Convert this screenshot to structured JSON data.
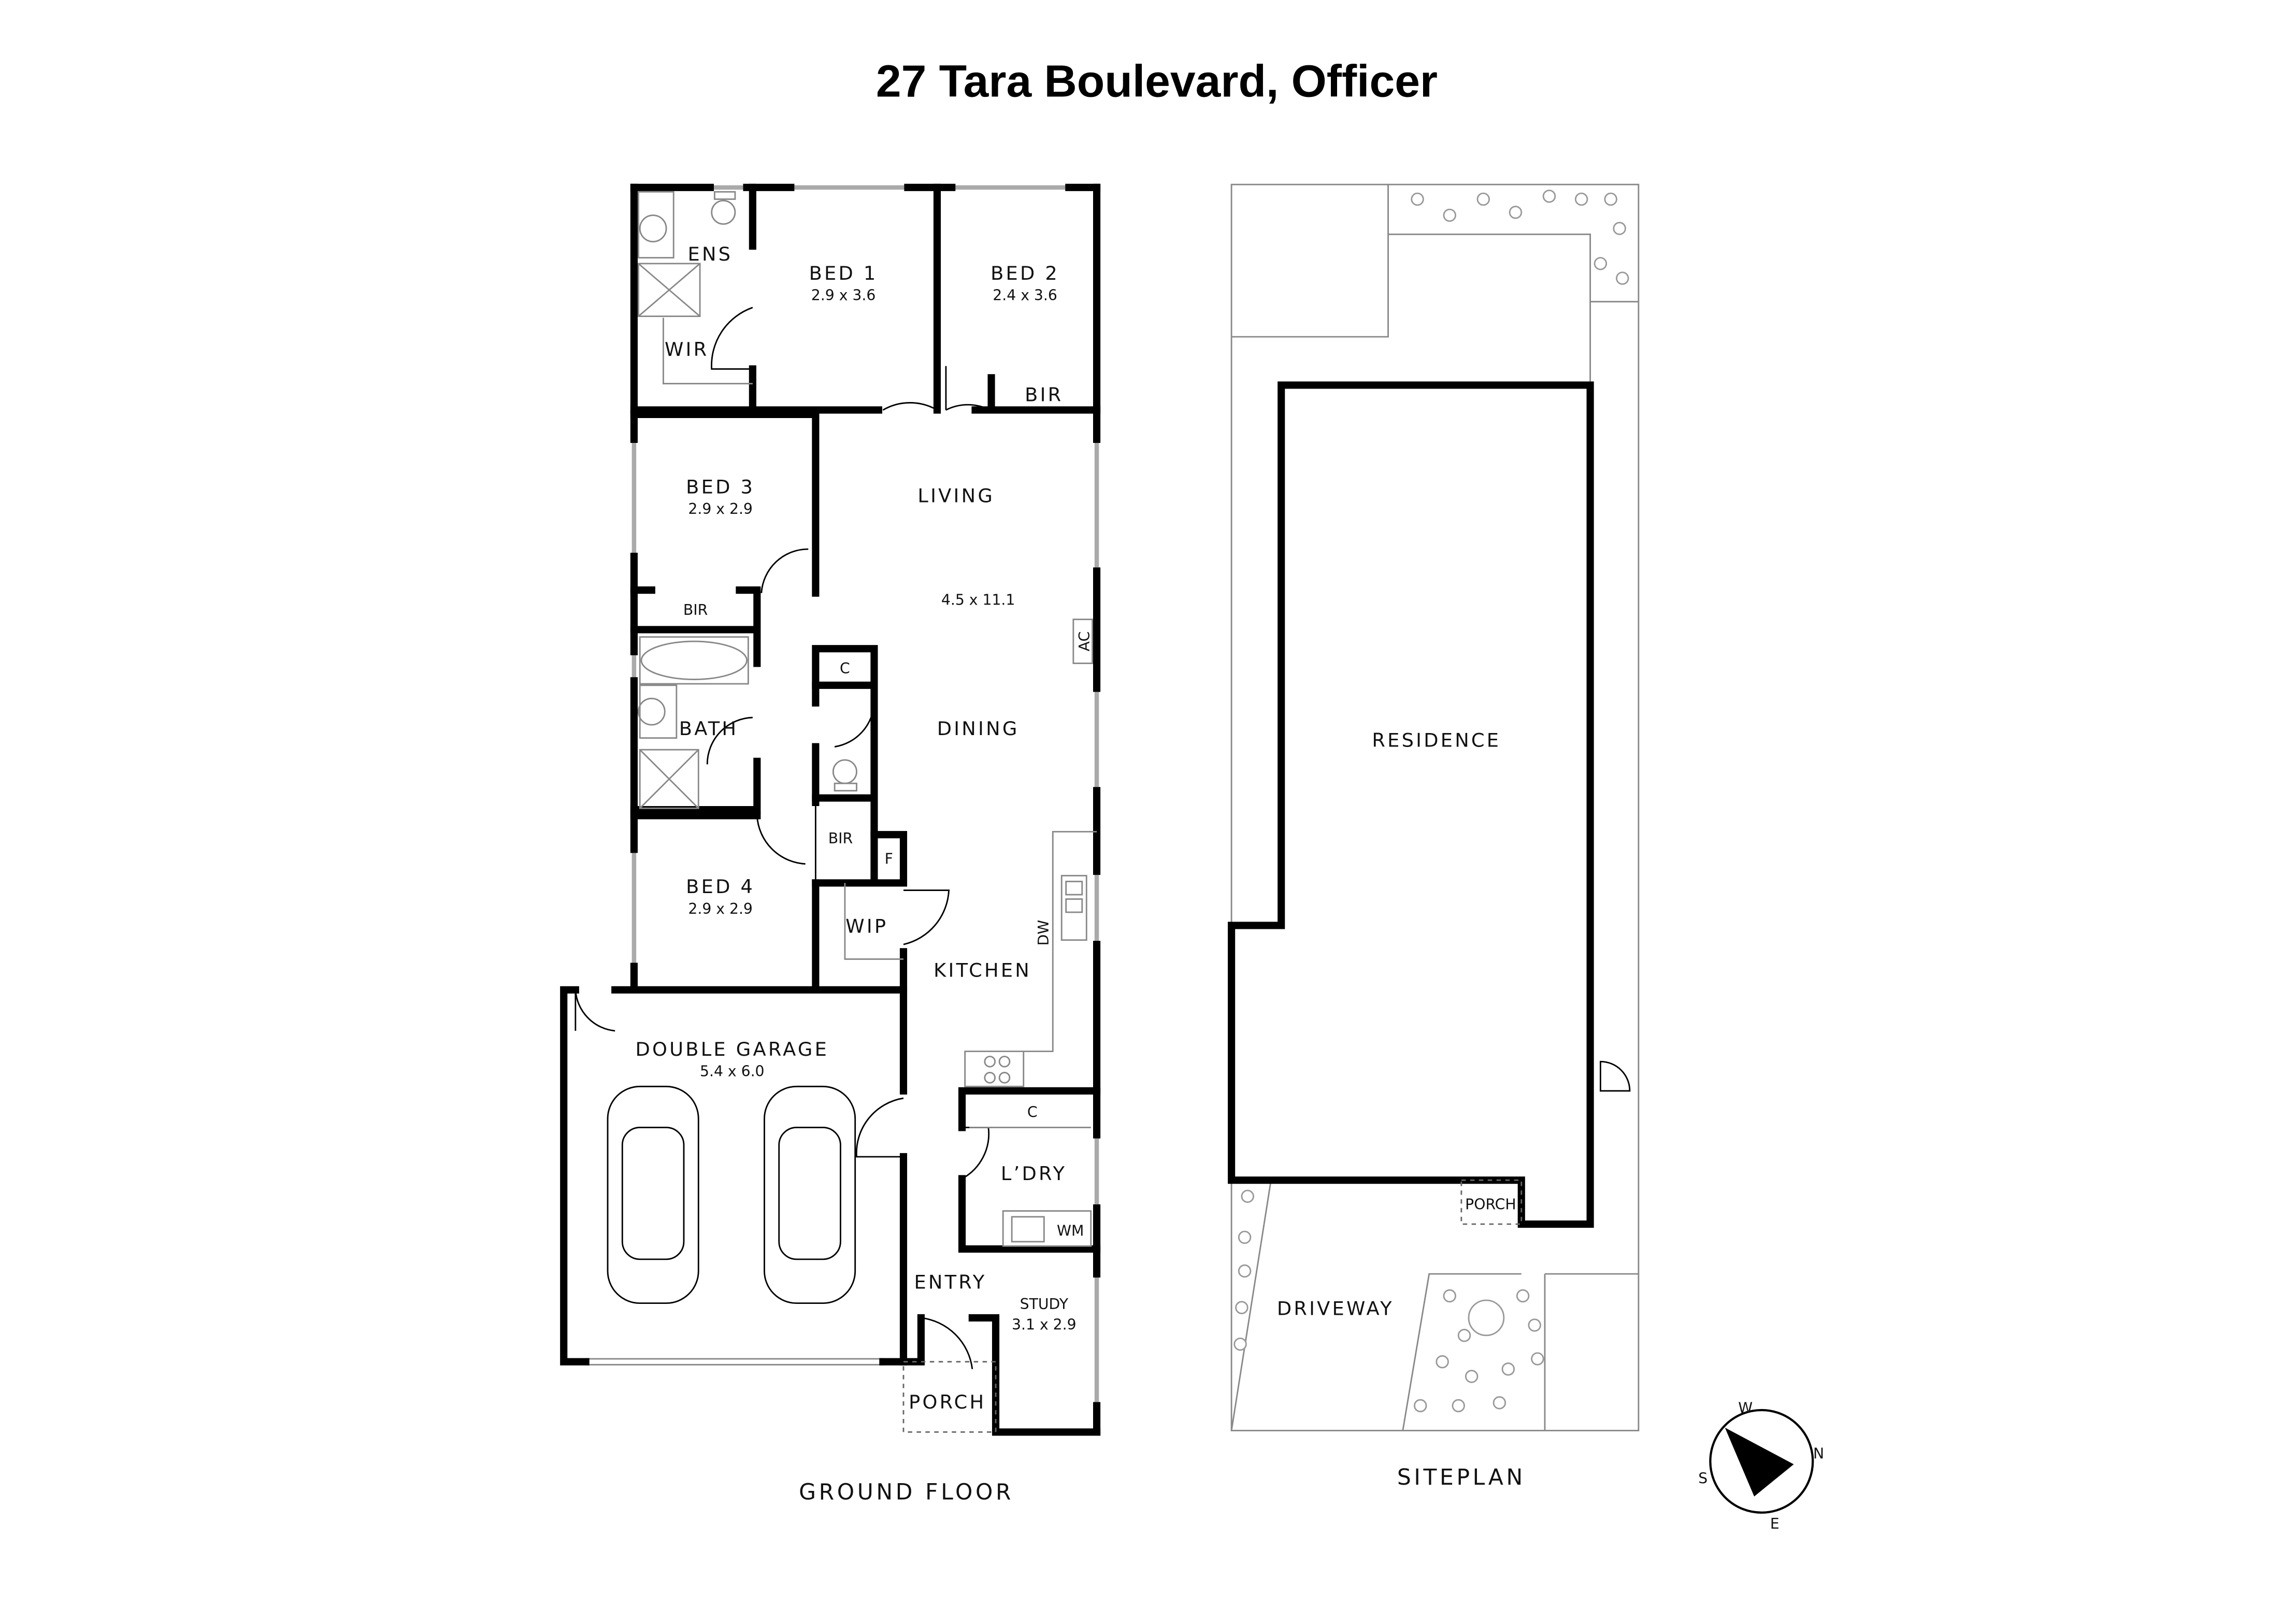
{
  "title": "27 Tara Boulevard, Officer",
  "ground_floor": {
    "caption": "GROUND FLOOR",
    "rooms": {
      "ens": {
        "label": "ENS"
      },
      "wir": {
        "label": "WIR"
      },
      "bed1": {
        "label": "BED 1",
        "dims": "2.9 x 3.6"
      },
      "bed2": {
        "label": "BED 2",
        "dims": "2.4 x 3.6"
      },
      "bed2_bir": {
        "label": "BIR"
      },
      "bed3": {
        "label": "BED 3",
        "dims": "2.9 x 2.9"
      },
      "bed3_bir": {
        "label": "BIR"
      },
      "living": {
        "label": "LIVING",
        "dims": "4.5 x 11.1"
      },
      "ac": {
        "label": "AC"
      },
      "cupboard": {
        "label": "C"
      },
      "bath": {
        "label": "BATH"
      },
      "dining": {
        "label": "DINING"
      },
      "hall_bir": {
        "label": "BIR"
      },
      "fridge": {
        "label": "F"
      },
      "bed4": {
        "label": "BED 4",
        "dims": "2.9 x 2.9"
      },
      "wip": {
        "label": "WIP"
      },
      "dw": {
        "label": "DW"
      },
      "kitchen": {
        "label": "KITCHEN"
      },
      "garage": {
        "label": "DOUBLE GARAGE",
        "dims": "5.4 x 6.0"
      },
      "laundry_c": {
        "label": "C"
      },
      "laundry": {
        "label": "L’DRY"
      },
      "wm": {
        "label": "WM"
      },
      "entry": {
        "label": "ENTRY"
      },
      "study": {
        "label": "STUDY",
        "dims": "3.1 x 2.9"
      },
      "porch": {
        "label": "PORCH"
      }
    }
  },
  "siteplan": {
    "caption": "SITEPLAN",
    "residence": "RESIDENCE",
    "porch": "PORCH",
    "driveway": "DRIVEWAY"
  },
  "compass": {
    "n": "N",
    "s": "S",
    "e": "E",
    "w": "W",
    "icon": "compass-arrow-icon"
  }
}
